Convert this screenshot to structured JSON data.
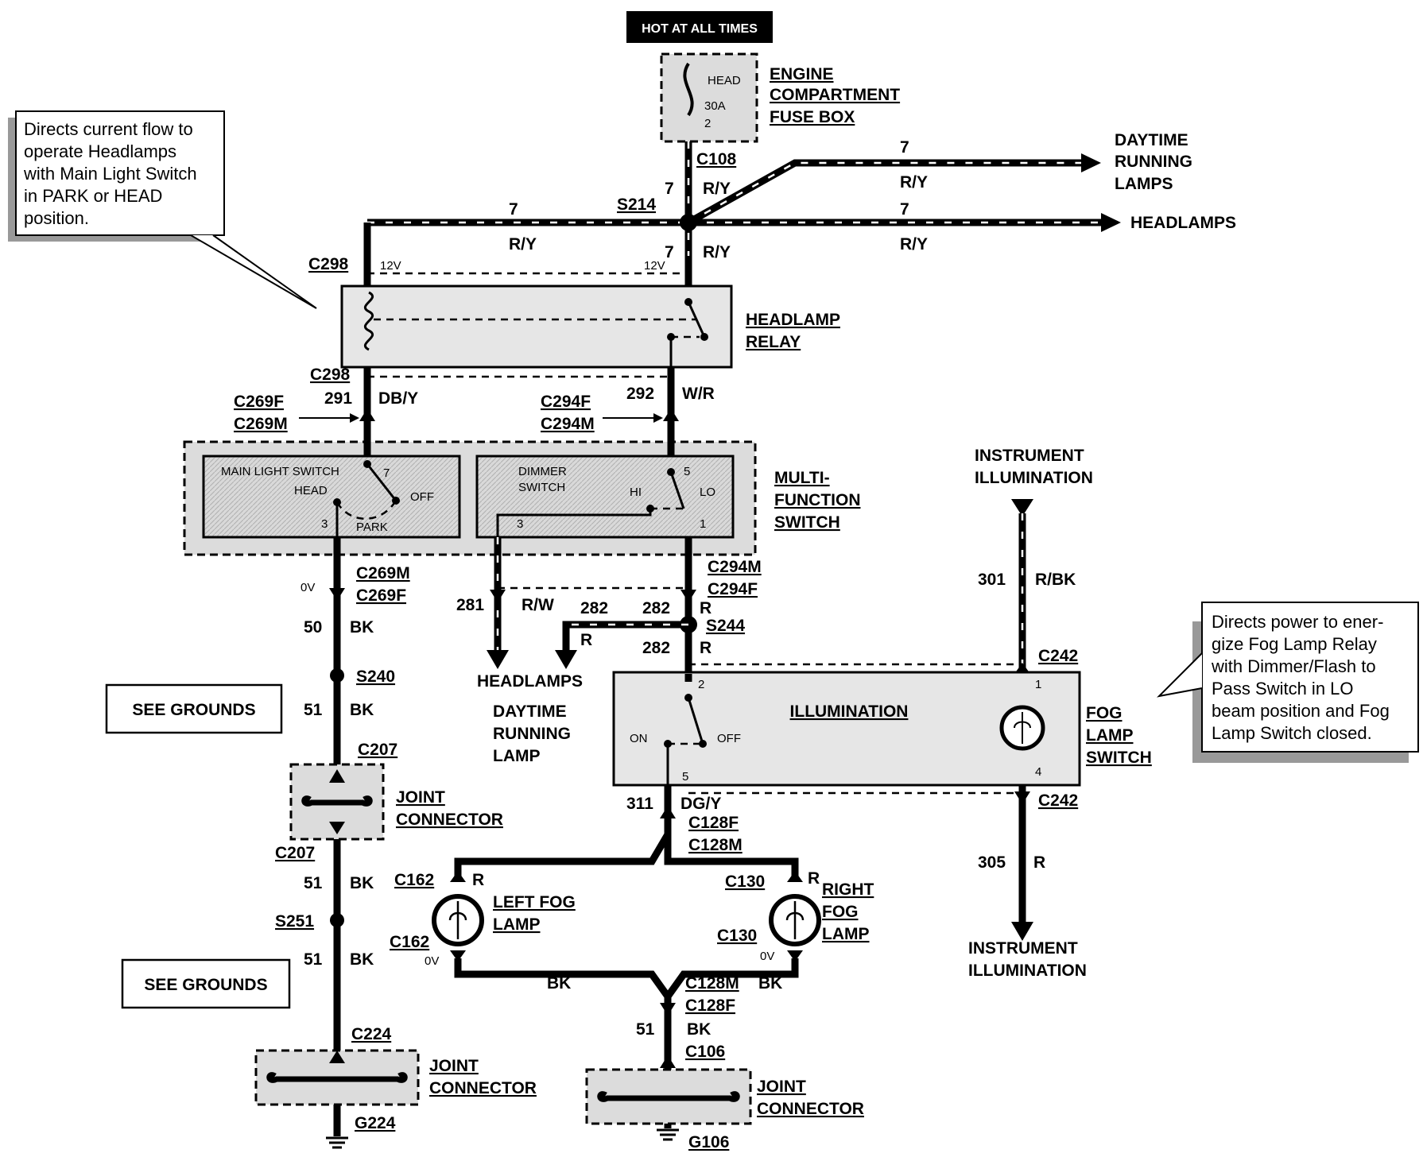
{
  "header": {
    "hot_at_all_times": "HOT AT ALL TIMES"
  },
  "fuse_box": {
    "label_1": "ENGINE",
    "label_2": "COMPARTMENT",
    "label_3": "FUSE BOX",
    "fuse_name": "HEAD",
    "fuse_rating": "30A",
    "pin": "2"
  },
  "connectors": {
    "c108": "C108",
    "s214": "S214",
    "c298_top": "C298",
    "c298_bot": "C298",
    "c269f": "C269F",
    "c269m": "C269M",
    "c294f": "C294F",
    "c294m": "C294M",
    "c269m_b": "C269M",
    "c269f_b": "C269F",
    "c294m_b": "C294M",
    "c294f_b": "C294F",
    "s244": "S244",
    "s240": "S240",
    "c207_top": "C207",
    "c207_bot": "C207",
    "s251": "S251",
    "c224": "C224",
    "g224": "G224",
    "c242_top": "C242",
    "c242_bot": "C242",
    "c128f": "C128F",
    "c128m": "C128M",
    "c162_top": "C162",
    "c162_bot": "C162",
    "c130_top": "C130",
    "c130_bot": "C130",
    "c128m_b": "C128M",
    "c128f_b": "C128F",
    "c106": "C106",
    "g106": "G106"
  },
  "wires": {
    "ry": "R/Y",
    "seven": "7",
    "w291": "291",
    "dby": "DB/Y",
    "w292": "292",
    "wr": "W/R",
    "w281": "281",
    "rw": "R/W",
    "w282": "282",
    "r": "R",
    "w50": "50",
    "bk": "BK",
    "w51": "51",
    "w301": "301",
    "rbk": "R/BK",
    "w311": "311",
    "dgy": "DG/Y",
    "w305": "305",
    "v12": "12V",
    "v0": "0V"
  },
  "outputs": {
    "drl_1": "DAYTIME",
    "drl_2": "RUNNING",
    "drl_3": "LAMPS",
    "headlamps": "HEADLAMPS",
    "hl_bottom": "HEADLAMPS",
    "drl_lamp_1": "DAYTIME",
    "drl_lamp_2": "RUNNING",
    "drl_lamp_3": "LAMP",
    "instr_top_1": "INSTRUMENT",
    "instr_top_2": "ILLUMINATION",
    "instr_bot_1": "INSTRUMENT",
    "instr_bot_2": "ILLUMINATION"
  },
  "components": {
    "relay_1": "HEADLAMP",
    "relay_2": "RELAY",
    "mfs_1": "MULTI-",
    "mfs_2": "FUNCTION",
    "mfs_3": "SWITCH",
    "main_light_switch": "MAIN LIGHT SWITCH",
    "head": "HEAD",
    "off": "OFF",
    "park": "PARK",
    "dimmer_1": "DIMMER",
    "dimmer_2": "SWITCH",
    "hi": "HI",
    "lo": "LO",
    "pin7": "7",
    "pin3": "3",
    "pin5": "5",
    "pin1": "1",
    "pin2": "2",
    "pin4": "4",
    "illumination": "ILLUMINATION",
    "on": "ON",
    "fog_switch_1": "FOG",
    "fog_switch_2": "LAMP",
    "fog_switch_3": "SWITCH",
    "joint_1": "JOINT",
    "joint_2": "CONNECTOR",
    "left_fog_1": "LEFT FOG",
    "left_fog_2": "LAMP",
    "right_fog_1": "RIGHT",
    "right_fog_2": "FOG",
    "right_fog_3": "LAMP",
    "see_grounds": "SEE GROUNDS"
  },
  "notes": {
    "left": [
      "Directs current flow to",
      "operate    Headlamps",
      "with Main Light Switch",
      "in   PARK   or   HEAD",
      "position."
    ],
    "right": [
      "Directs power to ener-",
      "gize Fog Lamp Relay",
      "with  Dimmer/Flash  to",
      "Pass   Switch   in   LO",
      "beam position and Fog",
      "Lamp Switch closed."
    ]
  }
}
